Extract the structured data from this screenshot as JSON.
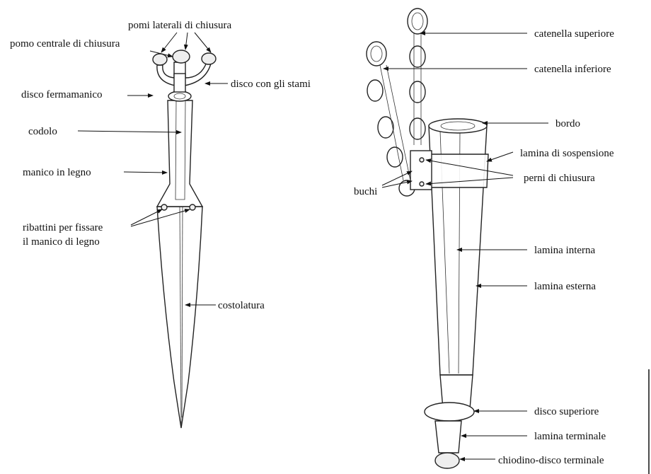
{
  "dagger_labels": {
    "pomi_laterali": "pomi laterali di chiusura",
    "pomo_centrale": "pomo centrale di chiusura",
    "disco_stami": "disco con gli stami",
    "disco_fermamanico": "disco fermamanico",
    "codolo": "codolo",
    "manico": "manico in legno",
    "ribattini_1": "ribattini per fissare",
    "ribattini_2": "il manico di legno",
    "costolatura": "costolatura"
  },
  "sheath_labels": {
    "catenella_superiore": "catenella superiore",
    "catenella_inferiore": "catenella inferiore",
    "bordo": "bordo",
    "lamina_sospensione": "lamina di sospensione",
    "perni": "perni di chiusura",
    "buchi": "buchi",
    "lamina_interna": "lamina interna",
    "lamina_esterna": "lamina esterna",
    "disco_superiore": "disco superiore",
    "lamina_terminale": "lamina terminale",
    "chiodino": "chiodino-disco terminale"
  }
}
